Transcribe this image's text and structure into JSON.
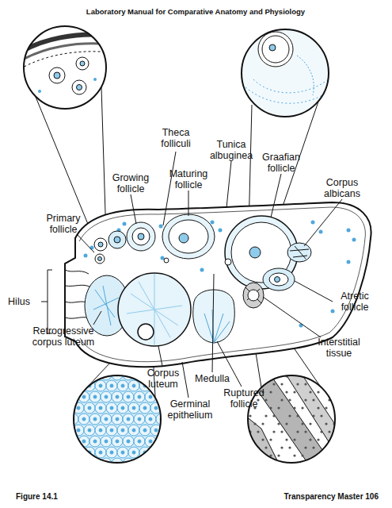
{
  "diagram": {
    "labels": [
      "Laboratory Manual for Comparative Anatomy and Physiology",
      "Theca folliculi",
      "Tunica albuginea",
      "Graafian follicle",
      "Growing follicle",
      "Maturing follicle",
      "Corpus albicans",
      "Primary follicle",
      "Hilus",
      "Atretic follicle",
      "Retrogressive corpus luteum",
      "Interstitial tissue",
      "Corpus luteum",
      "Medulla",
      "Ruptured follicle",
      "Germinal epithelium",
      "Figure 14.1",
      "Transparency Master 106"
    ]
  }
}
